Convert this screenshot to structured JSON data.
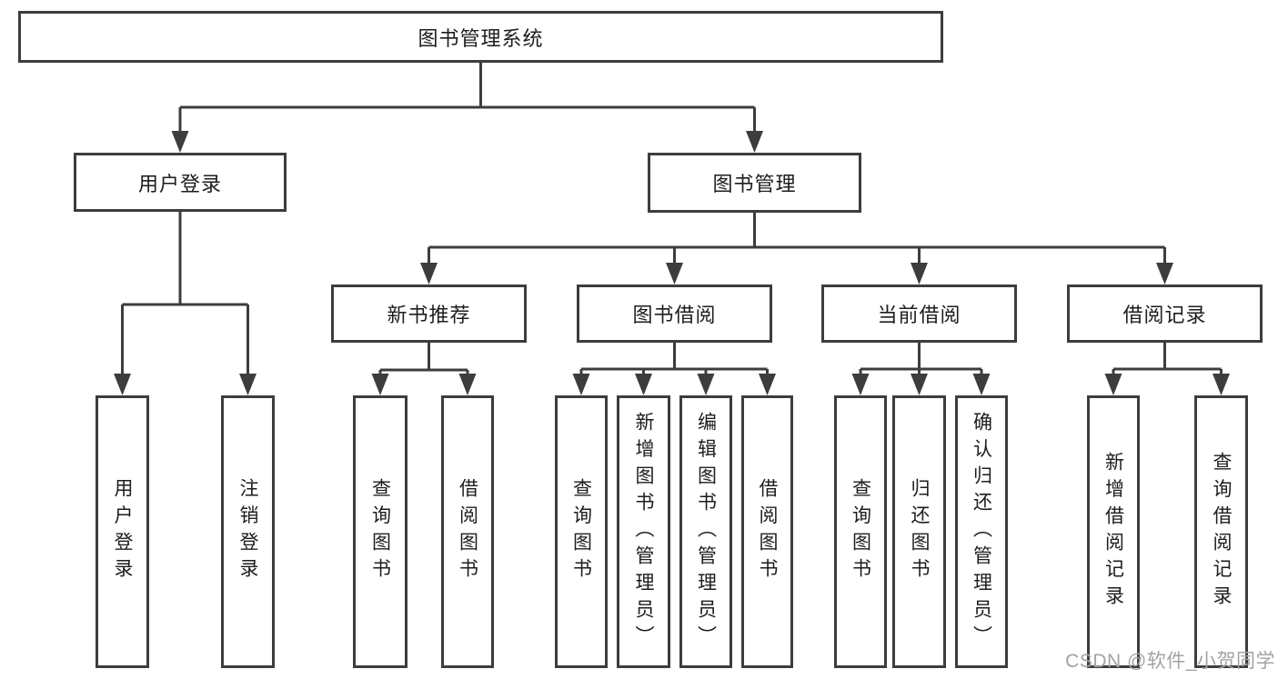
{
  "tree": {
    "label": "图书管理系统",
    "children": [
      {
        "label": "用户登录",
        "children": [
          {
            "label": "用户登录"
          },
          {
            "label": "注销登录"
          }
        ]
      },
      {
        "label": "图书管理",
        "children": [
          {
            "label": "新书推荐",
            "children": [
              {
                "label": "查询图书"
              },
              {
                "label": "借阅图书"
              }
            ]
          },
          {
            "label": "图书借阅",
            "children": [
              {
                "label": "查询图书"
              },
              {
                "label": "新增图书（管理员）"
              },
              {
                "label": "编辑图书（管理员）"
              },
              {
                "label": "借阅图书"
              }
            ]
          },
          {
            "label": "当前借阅",
            "children": [
              {
                "label": "查询图书"
              },
              {
                "label": "归还图书"
              },
              {
                "label": "确认归还（管理员）"
              }
            ]
          },
          {
            "label": "借阅记录",
            "children": [
              {
                "label": "新增借阅记录"
              },
              {
                "label": "查询借阅记录"
              }
            ]
          }
        ]
      }
    ]
  },
  "watermark": "CSDN @软件_小贺同学",
  "colors": {
    "line": "#3d3d3d",
    "text": "#1d1d1d",
    "background": "#ffffff",
    "watermark": "#a3a3a3"
  }
}
